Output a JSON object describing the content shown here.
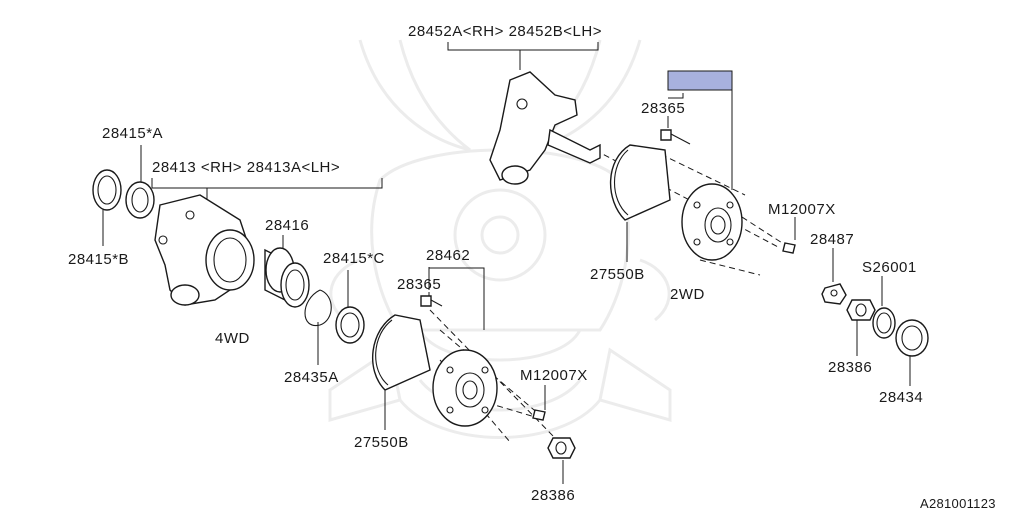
{
  "diagram": {
    "highlight_color": "#a8b1de",
    "callouts": {
      "knuckle_2wd": "28452A<RH> 28452B<LH>",
      "seal_outer": "28415*A",
      "housing_4wd": "28413 <RH> 28413A<LH>",
      "seal_b": "28415*B",
      "bearing": "28416",
      "seal_c": "28415*C",
      "hub_4wd": "28462",
      "bolt_4wd": "28365",
      "snap_ring": "28435A",
      "stud_4wd": "M12007X",
      "sensor_ring_4wd": "27550B",
      "nut_4wd": "28386",
      "bolt_2wd": "28365",
      "stud_2wd": "M12007X",
      "sensor_ring_2wd": "27550B",
      "washer": "28487",
      "seal_ring": "S26001",
      "nut_2wd": "28386",
      "cap": "28434"
    },
    "labels": {
      "label_4wd": "4WD",
      "label_2wd": "2WD"
    },
    "icons": {
      "watermark": "samurai-helmet-watermark"
    },
    "reference_code": "A281001123"
  }
}
